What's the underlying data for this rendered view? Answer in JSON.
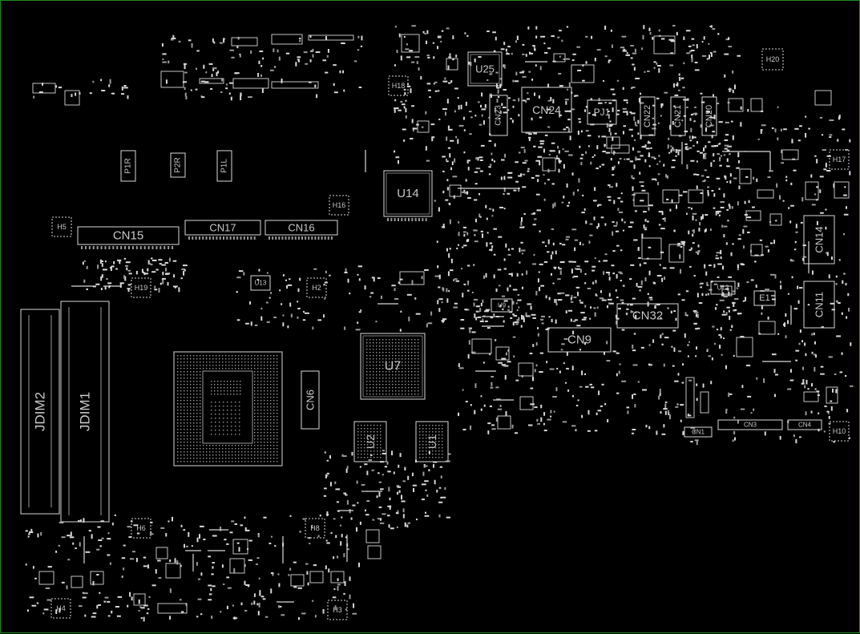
{
  "colors": {
    "background": "#000000",
    "frame": "#1f8a1f",
    "outline": "#d8d8d8",
    "pad": "#9a9a9a",
    "label": "#c8c8c8"
  },
  "labels": {
    "jdim1": "JDIM1",
    "jdim2": "JDIM2",
    "cn15": "CN15",
    "cn17": "CN17",
    "cn16": "CN16",
    "u14": "U14",
    "u25": "U25",
    "cn24": "CN24",
    "pj1": "PJ1",
    "cn22": "CN22",
    "cn21": "CN21",
    "cn20": "CN20",
    "cn23": "CN23",
    "cn14": "CN14",
    "cn11": "CN11",
    "cn32": "CN32",
    "cn9": "CN9",
    "u7": "U7",
    "cn6": "CN6",
    "u2": "U2",
    "u1": "U1",
    "e1": "E1",
    "p1r": "P1R",
    "p2r": "P2R",
    "p1l": "P1L",
    "h4": "H4",
    "h3": "H3",
    "h6": "H6",
    "h8": "H8",
    "h5": "H5",
    "h2": "H2",
    "h10": "H10",
    "h17": "H17",
    "h20": "H20",
    "h16": "H16",
    "h18": "H18",
    "h19": "H19",
    "u9": "U9",
    "u12": "U12",
    "u13": "U13",
    "cn1": "CN1",
    "cn3": "CN3",
    "cn4": "CN4"
  }
}
